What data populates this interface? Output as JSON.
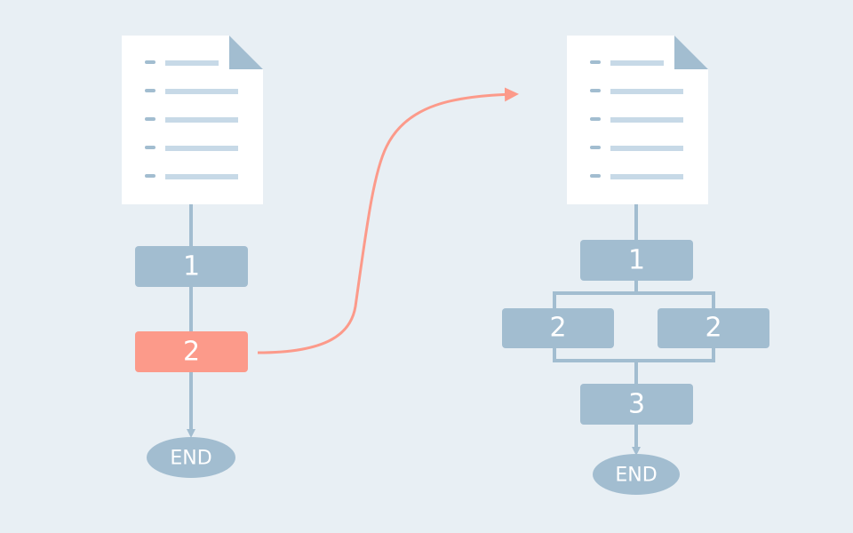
{
  "colors": {
    "background": "#e8eff4",
    "node": "#a2bdd0",
    "node_highlight": "#fc9a8a",
    "connector": "#a2bdd0",
    "page": "#ffffff",
    "page_fold": "#a2bdd0",
    "page_line": "#c7d9e7",
    "page_bullet": "#a2bdd0",
    "transform_arrow": "#fc9a8a"
  },
  "left_flow": {
    "step_1": "1",
    "step_2": "2",
    "end": "END"
  },
  "right_flow": {
    "step_1": "1",
    "step_2a": "2",
    "step_2b": "2",
    "step_3": "3",
    "end": "END"
  }
}
